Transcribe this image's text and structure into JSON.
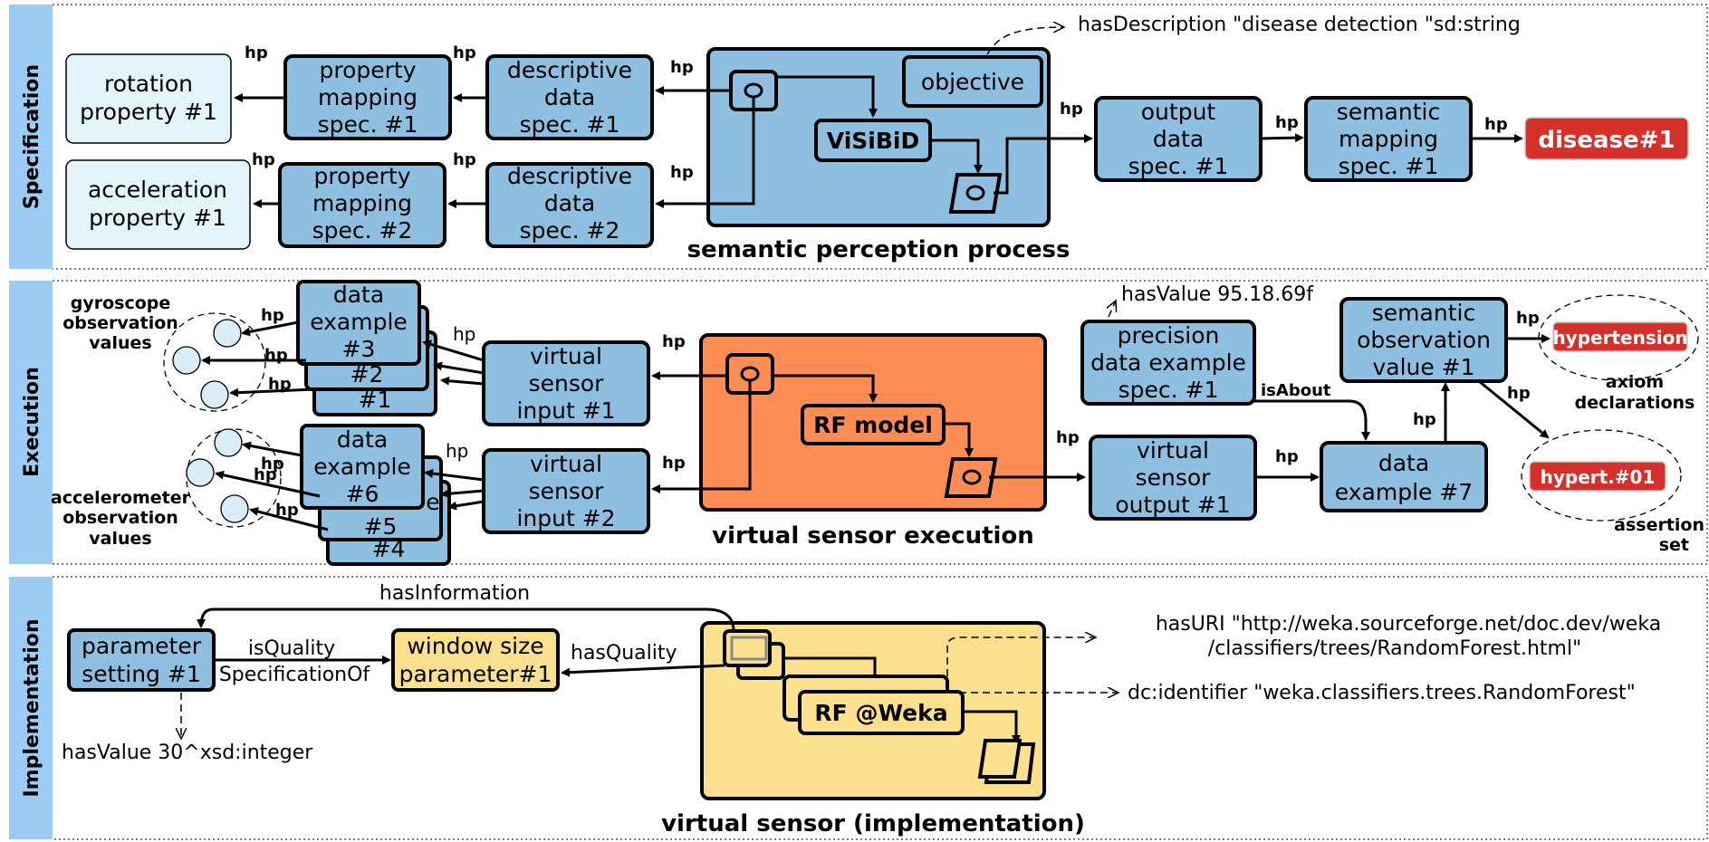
{
  "sections": {
    "specification": "Specification",
    "execution": "Execution",
    "implementation": "Implementation"
  },
  "spec": {
    "rotation_property": [
      "rotation",
      "property #1"
    ],
    "acceleration_property": [
      "acceleration",
      "property #1"
    ],
    "property_mapping_1": [
      "property",
      "mapping",
      "spec. #1"
    ],
    "property_mapping_2": [
      "property",
      "mapping",
      "spec. #2"
    ],
    "descriptive_data_1": [
      "descriptive",
      "data",
      "spec. #1"
    ],
    "descriptive_data_2": [
      "descriptive",
      "data",
      "spec. #2"
    ],
    "objective": "objective",
    "visibid": "ViSiBiD",
    "process_caption": "semantic perception process",
    "description_note": "hasDescription \"disease detection \"sd:string",
    "output_data": [
      "output",
      "data",
      "spec. #1"
    ],
    "semantic_mapping": [
      "semantic",
      "mapping",
      "spec. #1"
    ],
    "disease": "disease#1"
  },
  "execution": {
    "gyroscope_label": [
      "gyroscope",
      "observation",
      "values"
    ],
    "accelerometer_label": [
      "accelerometer",
      "observation",
      "values"
    ],
    "data_example_3": [
      "data",
      "example",
      "#3"
    ],
    "data_example_2": "#2",
    "data_example_1": "#1",
    "data_example_6": [
      "data",
      "example",
      "#6"
    ],
    "data_example_5_partial": "e",
    "data_example_5": "#5",
    "data_example_4": "#4",
    "virtual_sensor_input_1": [
      "virtual",
      "sensor",
      "input #1"
    ],
    "virtual_sensor_input_2": [
      "virtual",
      "sensor",
      "input #2"
    ],
    "rf_model": "RF model",
    "execution_caption": "virtual sensor execution",
    "has_value_note": "hasValue 95.18.69f",
    "precision_spec": [
      "precision",
      "data example",
      "spec. #1"
    ],
    "virtual_sensor_output": [
      "virtual",
      "sensor",
      "output #1"
    ],
    "semantic_observation": [
      "semantic",
      "observation",
      "value #1"
    ],
    "data_example_7": [
      "data",
      "example #7"
    ],
    "is_about": "isAbout",
    "hypertension": "hypertension",
    "hypert01": "hypert.#01",
    "axiom_label": [
      "axiom",
      "declarations"
    ],
    "assertion_label": [
      "assertion",
      "set"
    ]
  },
  "implementation": {
    "parameter_setting": [
      "parameter",
      "setting #1"
    ],
    "window_size": [
      "window size",
      "parameter#1"
    ],
    "has_information": "hasInformation",
    "is_quality": [
      "isQuality",
      "SpecificationOf"
    ],
    "has_quality": "hasQuality",
    "rf_weka": "RF @Weka",
    "impl_caption": "virtual sensor (implementation)",
    "has_uri": [
      "hasURI \"http://weka.sourceforge.net/doc.dev/weka",
      "/classifiers/trees/RandomForest.html\""
    ],
    "dc_identifier": "dc:identifier \"weka.classifiers.trees.RandomForest\"",
    "has_value_int": "hasValue 30^xsd:integer"
  },
  "hp": "hp",
  "colors": {
    "band": "#9ccbf3",
    "box_blue": "#8fbfe0",
    "box_light": "#e4f4fb",
    "box_orange": "#fe8c55",
    "box_yellow": "#fde08e",
    "box_red": "#d5302a"
  }
}
